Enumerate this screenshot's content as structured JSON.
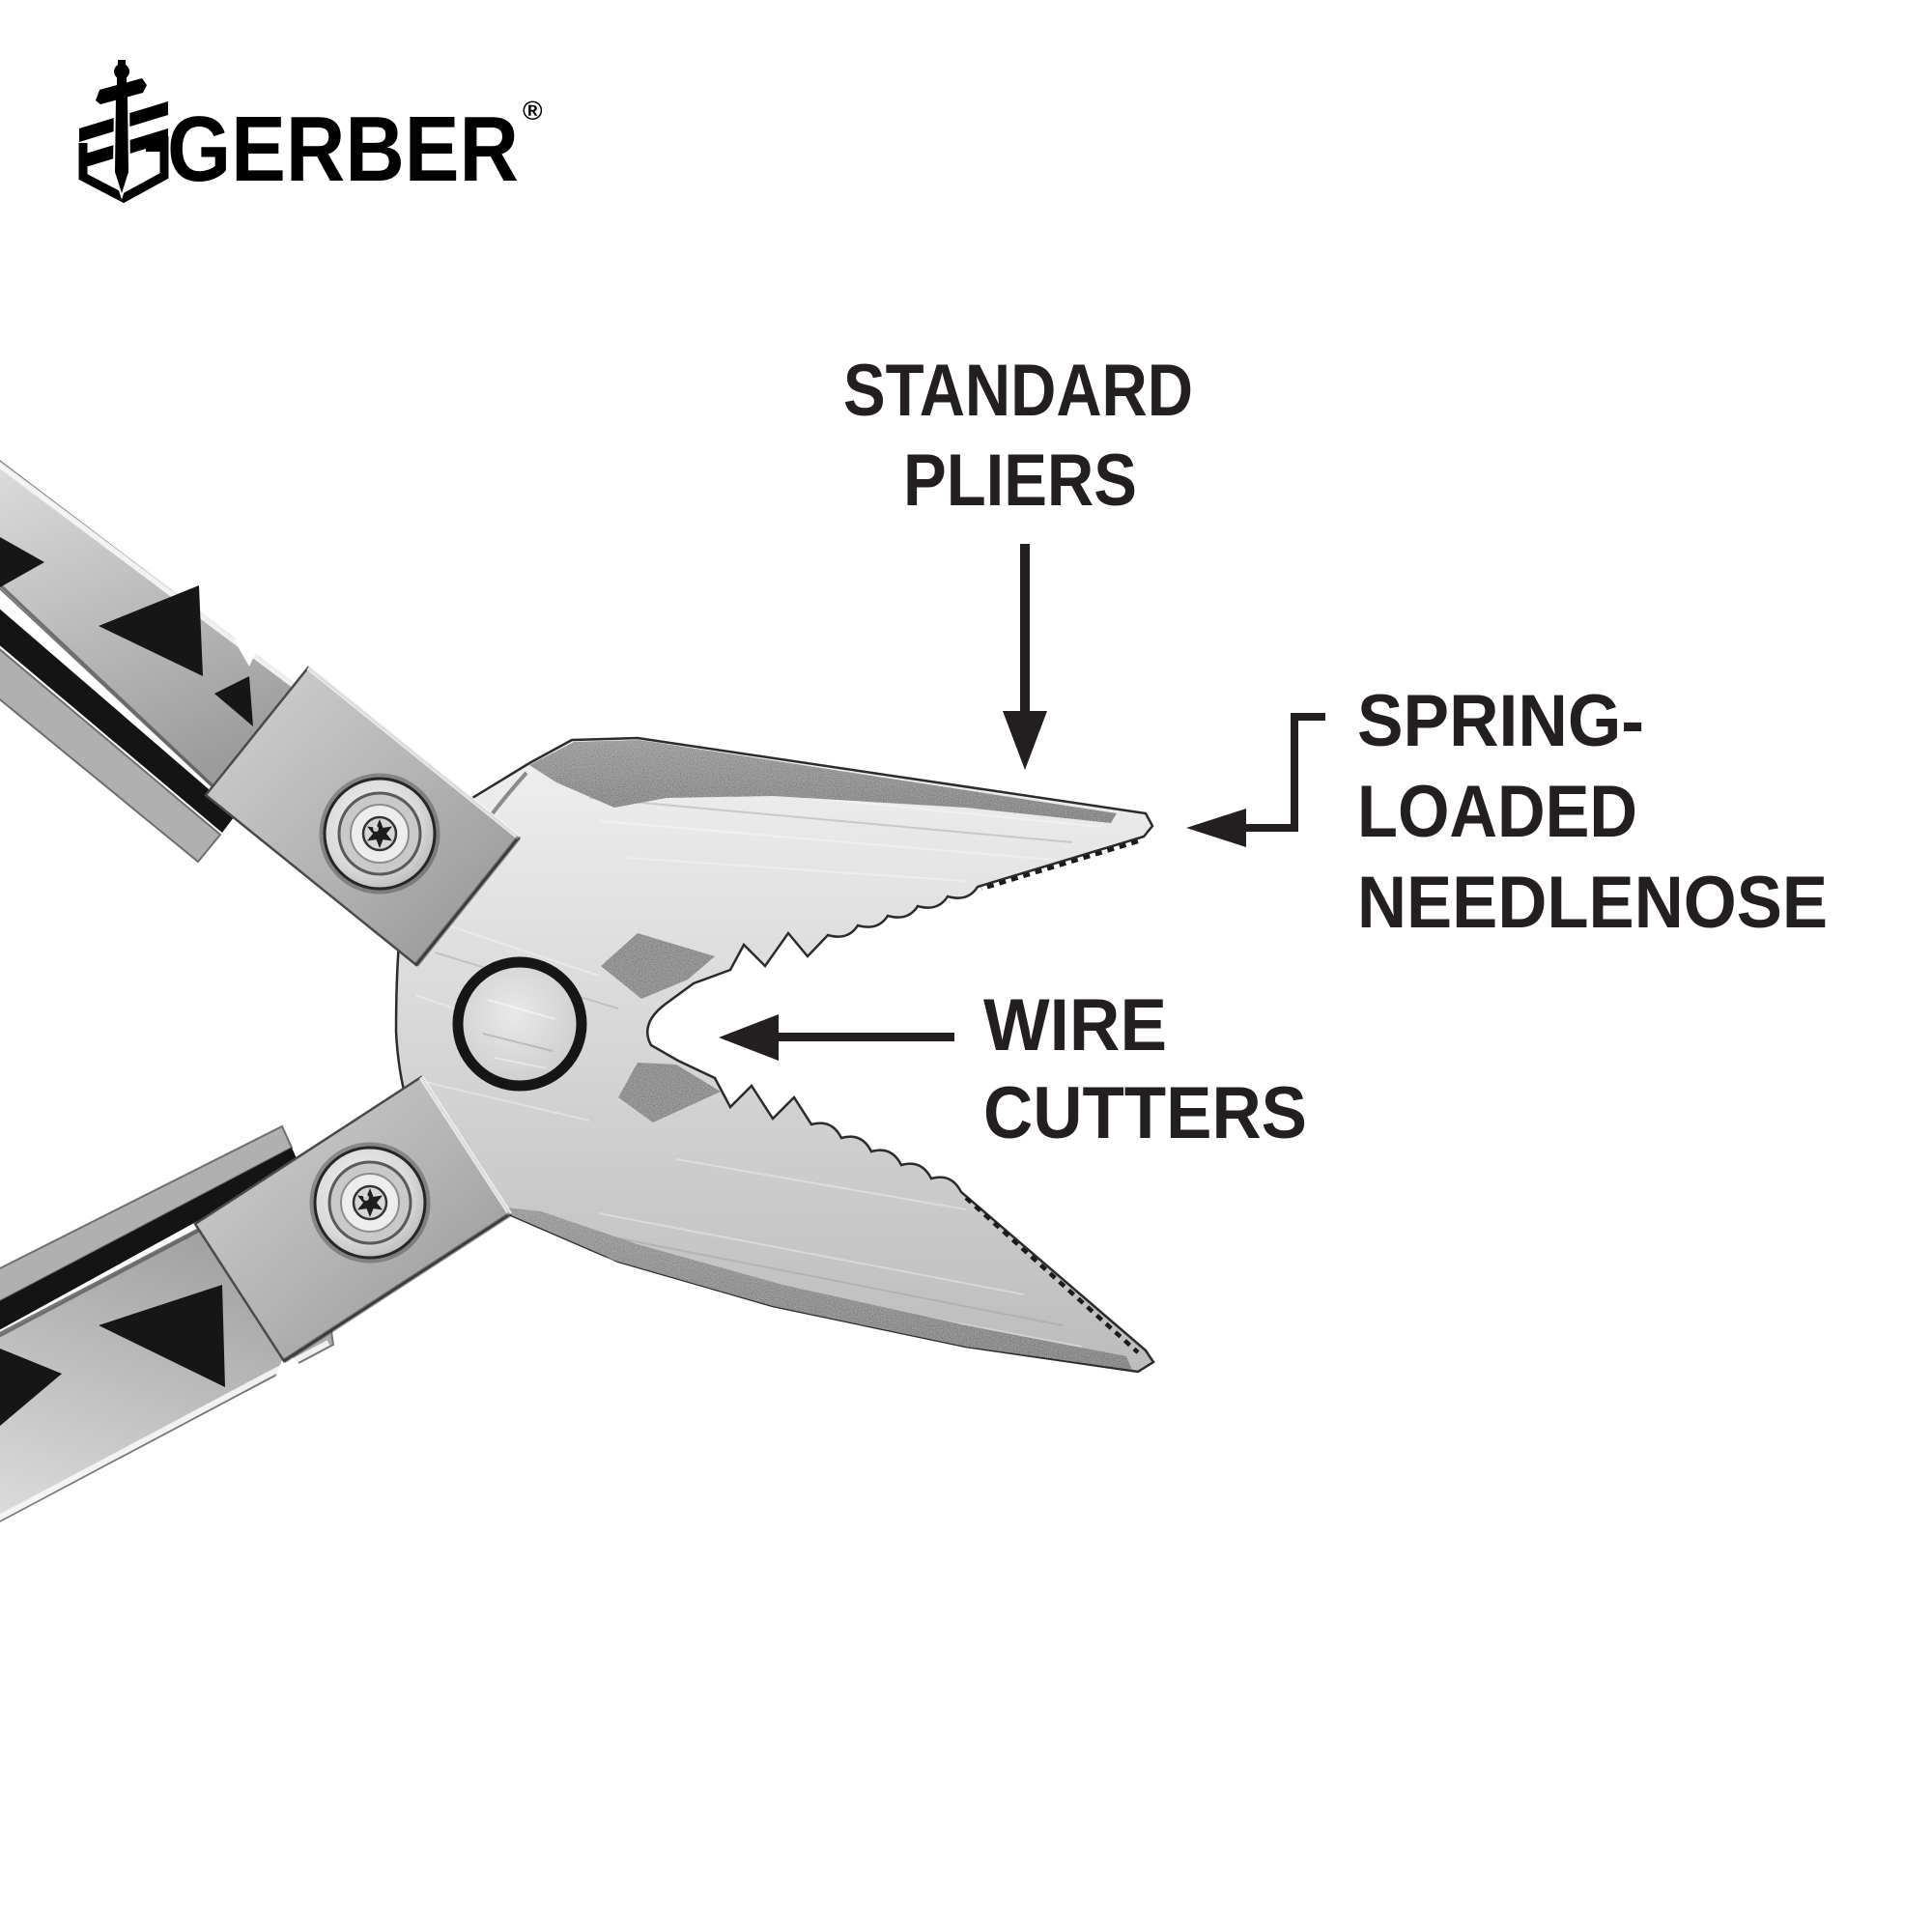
{
  "background_color": "#ffffff",
  "annotation_color": "#231f20",
  "logo": {
    "wordmark": "GERBER",
    "registered_mark": "®",
    "icon": "gerber-shield-sword-icon"
  },
  "callouts": {
    "standard_pliers": {
      "line1": "STANDARD",
      "line2": "PLIERS",
      "arrow": "down-arrow"
    },
    "spring_loaded_needlenose": {
      "line1": "SPRING-",
      "line2": "LOADED",
      "line3": "NEEDLENOSE",
      "arrow": "left-elbow-arrow"
    },
    "wire_cutters": {
      "line1": "WIRE",
      "line2": "CUTTERS",
      "arrow": "left-arrow"
    }
  },
  "illustration": {
    "subject": "multi-tool-pliers-head",
    "colors": {
      "steel_light": "#ececec",
      "steel_mid": "#c6c6c6",
      "steel_shadow": "#8f8f8f",
      "handle_gray": "#c2c2c2",
      "inlay_dark": "#5f5f5f",
      "cutout_dark": "#151515",
      "outline": "#2b2b2b"
    }
  }
}
